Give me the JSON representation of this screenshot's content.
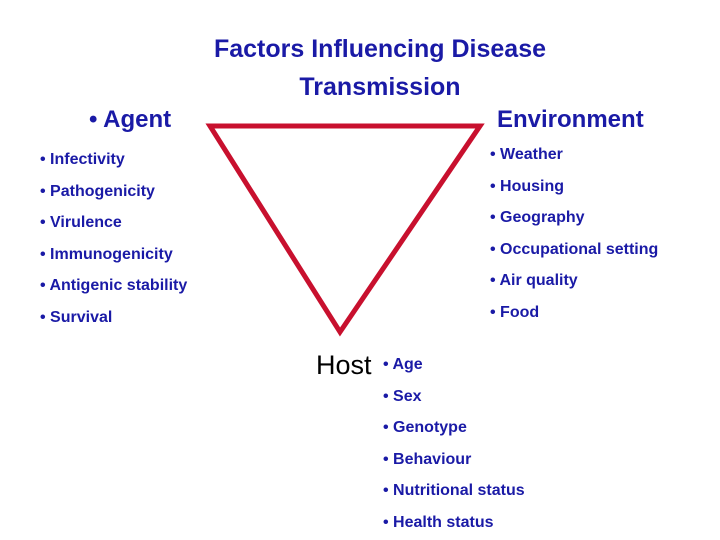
{
  "title_line1": "Factors Influencing Disease",
  "title_line2": "Transmission",
  "agent": {
    "heading": "• Agent",
    "items": [
      "• Infectivity",
      "• Pathogenicity",
      "• Virulence",
      "• Immunogenicity",
      "• Antigenic stability",
      "• Survival"
    ]
  },
  "environment": {
    "heading": "Environment",
    "items": [
      "• Weather",
      "• Housing",
      "• Geography",
      "• Occupational setting",
      "• Air quality",
      "• Food"
    ]
  },
  "host": {
    "heading": "Host",
    "items": [
      "• Age",
      "• Sex",
      "• Genotype",
      "• Behaviour",
      "• Nutritional status",
      "• Health status"
    ]
  },
  "colors": {
    "text": "#1a1aa6",
    "triangle": "#c8102e"
  }
}
